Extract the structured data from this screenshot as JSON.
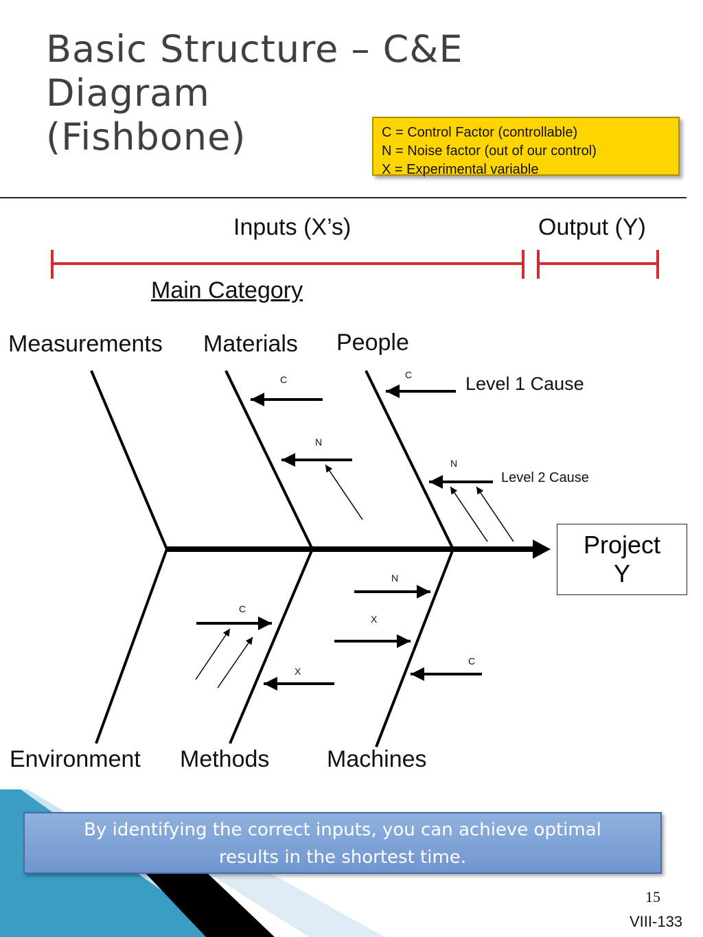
{
  "slide": {
    "title_lines": [
      "Basic Structure – C&E",
      "Diagram",
      "(Fishbone)"
    ],
    "legend": [
      "C = Control Factor (controllable)",
      "N = Noise factor (out of our control)",
      "X = Experimental variable"
    ],
    "inputs_label": "Inputs (X’s)",
    "output_label": "Output (Y)",
    "main_category_label": "Main Category",
    "categories": {
      "top": [
        "Measurements",
        "Materials",
        "People"
      ],
      "bottom": [
        "Environment",
        "Methods",
        "Machines"
      ]
    },
    "level1_label": "Level 1 Cause",
    "level2_label": "Level 2 Cause",
    "factor_marks": {
      "materials_c": "C",
      "materials_n": "N",
      "people_c": "C",
      "people_n": "N",
      "environment_c": "C",
      "methods_x": "X",
      "machines_n": "N",
      "machines_x": "X",
      "machines_c": "C"
    },
    "project_box_lines": [
      "Project",
      "Y"
    ],
    "callout_lines": [
      "By identifying the correct inputs, you can achieve optimal",
      "results in the shortest time."
    ],
    "page_number": "15",
    "slide_code": "VIII-133"
  },
  "colors": {
    "title": "#404040",
    "legend_fill": "#ffd500",
    "range_bar": "#d42a36",
    "callout_fill": "#7ea2d6",
    "corner_teal": "#2a8fb6",
    "corner_light": "#cfe4f1",
    "corner_dark": "#000000"
  }
}
